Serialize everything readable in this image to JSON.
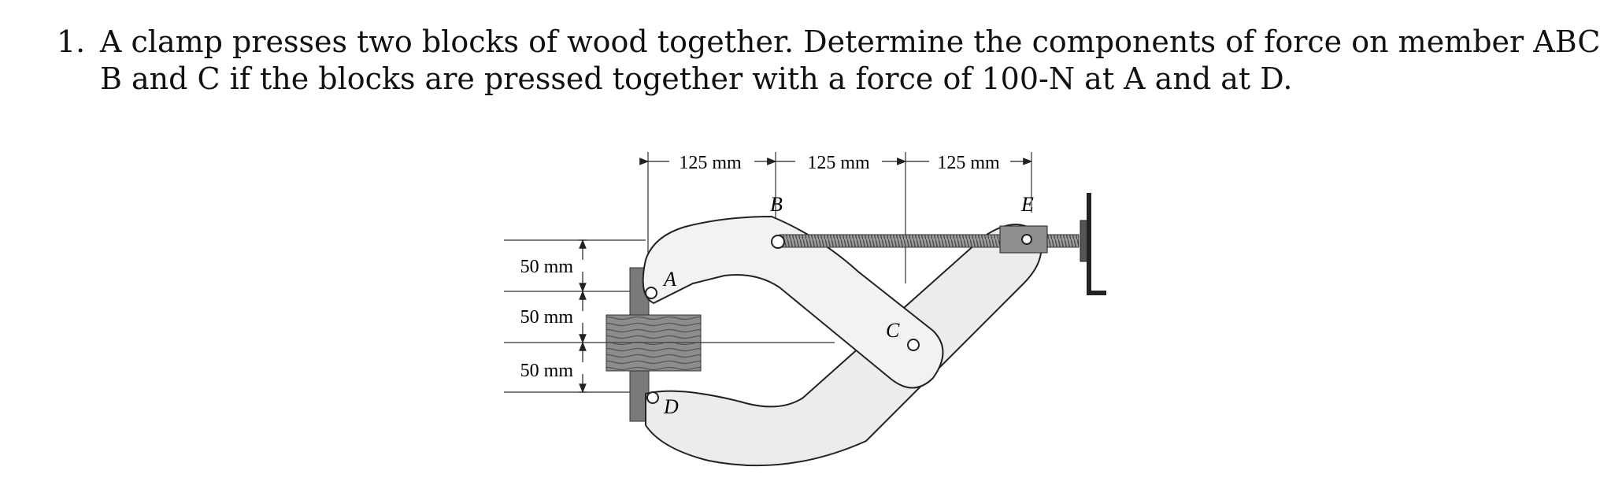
{
  "problem": {
    "number": "1.",
    "line1": "A clamp presses two blocks of wood together. Determine the components of force on member ABC at",
    "line2": "B and C if the blocks are pressed together with a force of 100-N at A and at D."
  },
  "figure": {
    "dim_top": [
      "125 mm",
      "125 mm",
      "125 mm"
    ],
    "dim_left": [
      "50 mm",
      "50 mm",
      "50 mm"
    ],
    "labels": {
      "A": "A",
      "B": "B",
      "C": "C",
      "D": "D",
      "E": "E"
    }
  }
}
